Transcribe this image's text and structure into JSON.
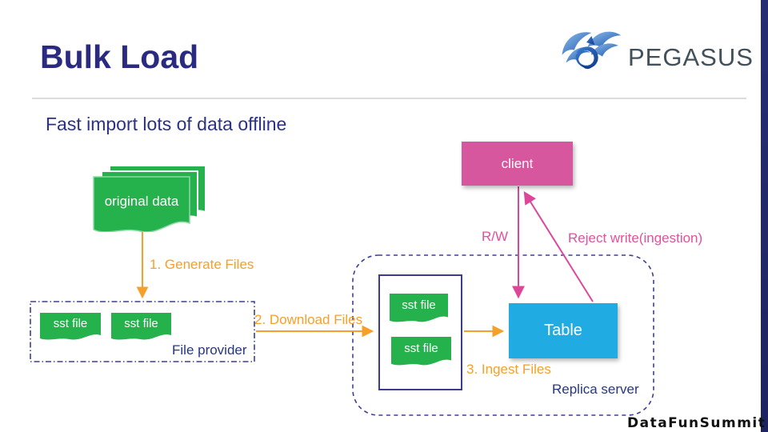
{
  "slide": {
    "title": "Bulk Load",
    "subtitle": "Fast import lots of data offline",
    "brand": {
      "logo_text": "PEGASUS"
    },
    "footer": "DataFunSummit"
  },
  "diagram": {
    "original_data": {
      "label": "original data"
    },
    "steps": [
      "1. Generate Files",
      "2. Download Files",
      "3. Ingest Files"
    ],
    "file_provider": {
      "label": "File provider",
      "files": [
        {
          "label": "sst file"
        },
        {
          "label": "sst file"
        }
      ]
    },
    "replica_server": {
      "label": "Replica server",
      "files": [
        {
          "label": "sst file"
        },
        {
          "label": "sst file"
        }
      ],
      "table_label": "Table"
    },
    "client_label": "client",
    "rw_label": "R/W",
    "reject_label": "Reject write(ingestion)"
  },
  "colors": {
    "navy_title": "#2a2b80",
    "navy_border": "#3d3f94",
    "orange": "#f5a029",
    "green": "#25b24c",
    "magenta_line": "#dd4799",
    "client_pink": "#d6579e",
    "table_blue": "#20ace3",
    "footer_black": "#101010"
  }
}
